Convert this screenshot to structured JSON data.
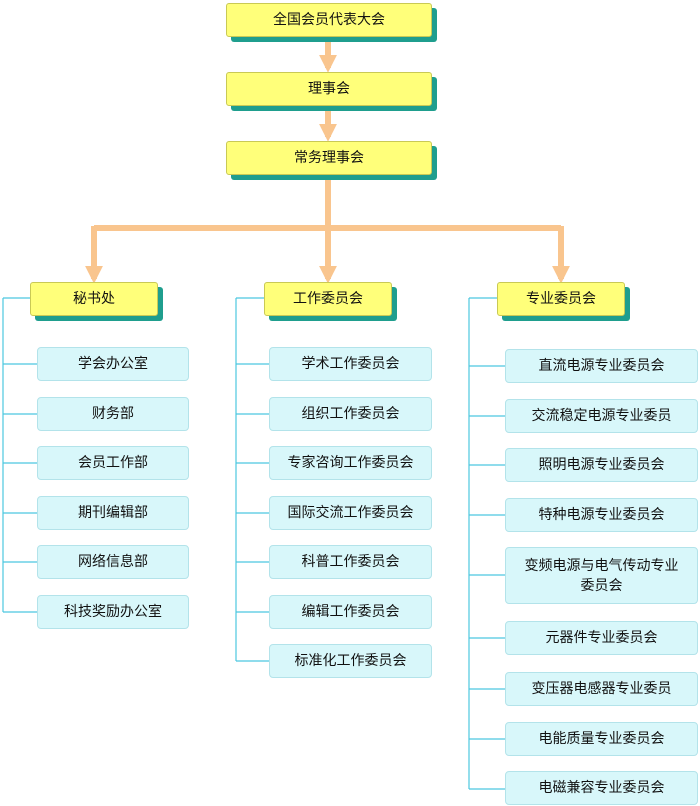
{
  "top_chain": {
    "congress": "全国会员代表大会",
    "council": "理事会",
    "standing_council": "常务理事会"
  },
  "branches": [
    {
      "head": "秘书处",
      "items": [
        "学会办公室",
        "财务部",
        "会员工作部",
        "期刊编辑部",
        "网络信息部",
        "科技奖励办公室"
      ]
    },
    {
      "head": "工作委员会",
      "items": [
        "学术工作委员会",
        "组织工作委员会",
        "专家咨询工作委员会",
        "国际交流工作委员会",
        "科普工作委员会",
        "编辑工作委员会",
        "标准化工作委员会"
      ]
    },
    {
      "head": "专业委员会",
      "items": [
        "直流电源专业委员会",
        "交流稳定电源专业委员",
        "照明电源专业委员会",
        "特种电源专业委员会",
        "变频电源与电气传动专业委员会",
        "元器件专业委员会",
        "变压器电感器专业委员",
        "电能质量专业委员会",
        "电磁兼容专业委员会"
      ]
    }
  ],
  "colors": {
    "arrow": "#f9c58e",
    "top_fill": "#ffff7a",
    "top_shadow": "#1f9e8e",
    "leaf_fill": "#d8f7fa",
    "tree_line": "#4cc8e0"
  }
}
